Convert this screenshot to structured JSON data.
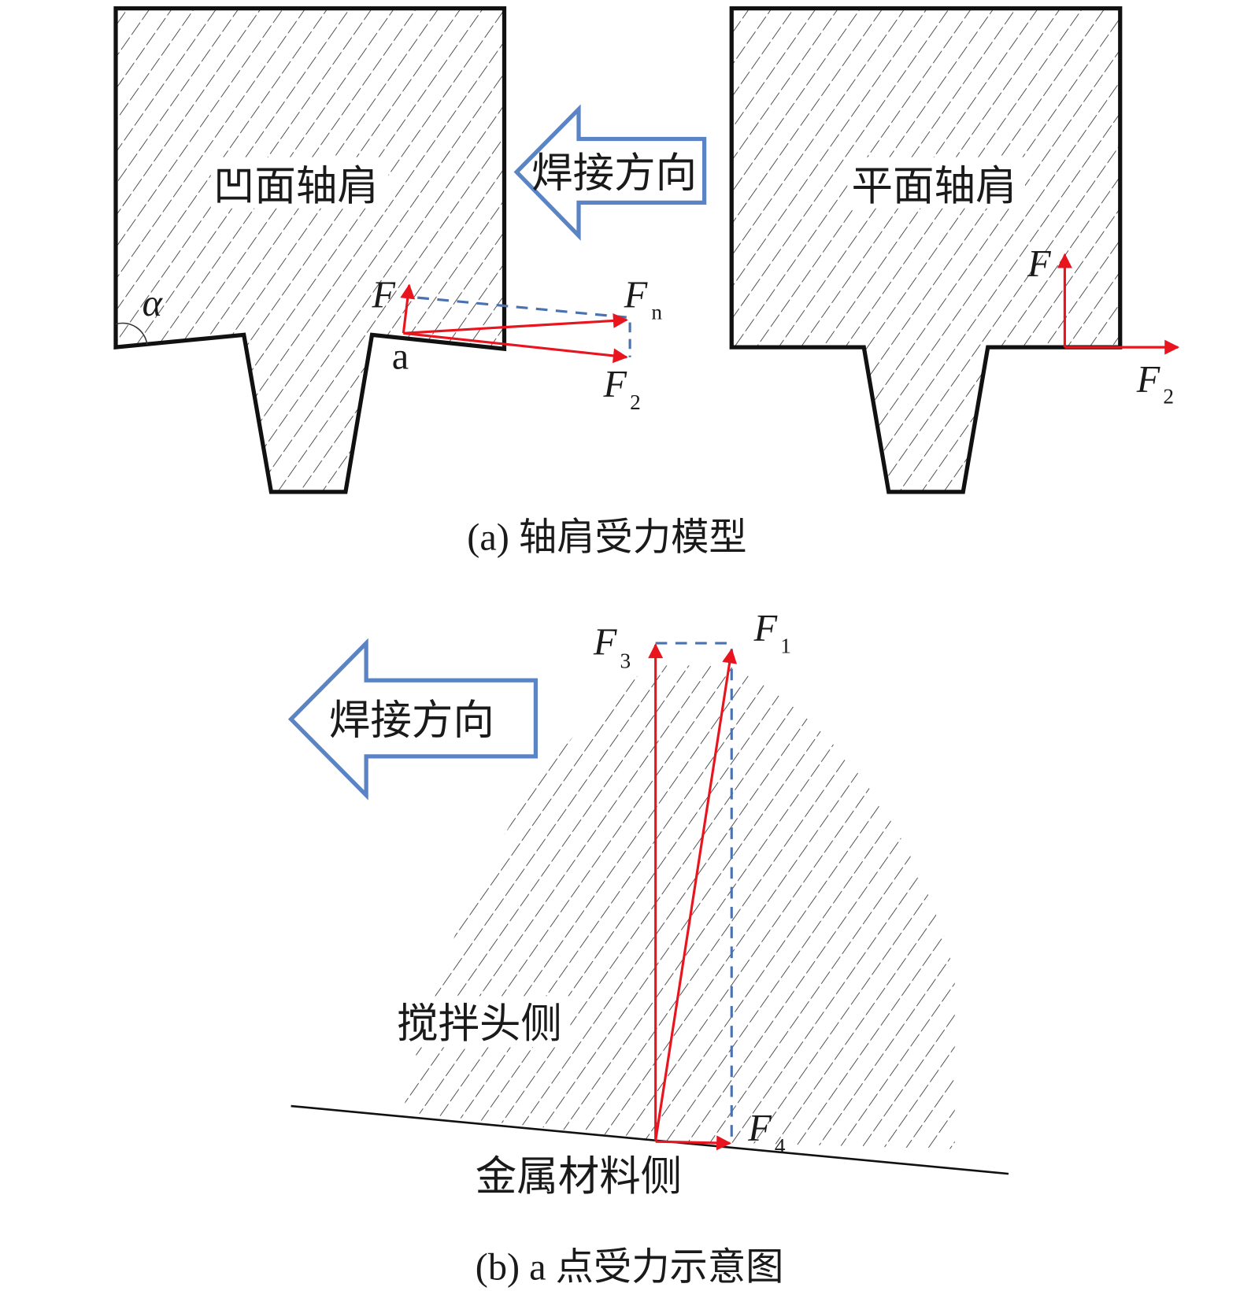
{
  "panel_a": {
    "caption": "(a) 轴肩受力模型",
    "concave_label": "凹面轴肩",
    "flat_label": "平面轴肩",
    "weld_direction": "焊接方向",
    "angle_label": "α",
    "point_label": "a",
    "force_F": "F",
    "force_Fn": "F",
    "force_Fn_sub": "n",
    "force_F2": "F",
    "force_F2_sub": "2",
    "flat_force_F": "F",
    "flat_force_F2": "F",
    "flat_force_F2_sub": "2"
  },
  "panel_b": {
    "caption": "(b) a 点受力示意图",
    "weld_direction": "焊接方向",
    "tool_side": "搅拌头侧",
    "metal_side": "金属材料侧",
    "force_F1": "F",
    "force_F1_sub": "1",
    "force_F3": "F",
    "force_F3_sub": "3",
    "force_F4": "F",
    "force_F4_sub": "4"
  },
  "colors": {
    "force": "#e8141e",
    "guide": "#4a72b0",
    "arrow_outline": "#5b84c4",
    "outline": "#111111"
  }
}
